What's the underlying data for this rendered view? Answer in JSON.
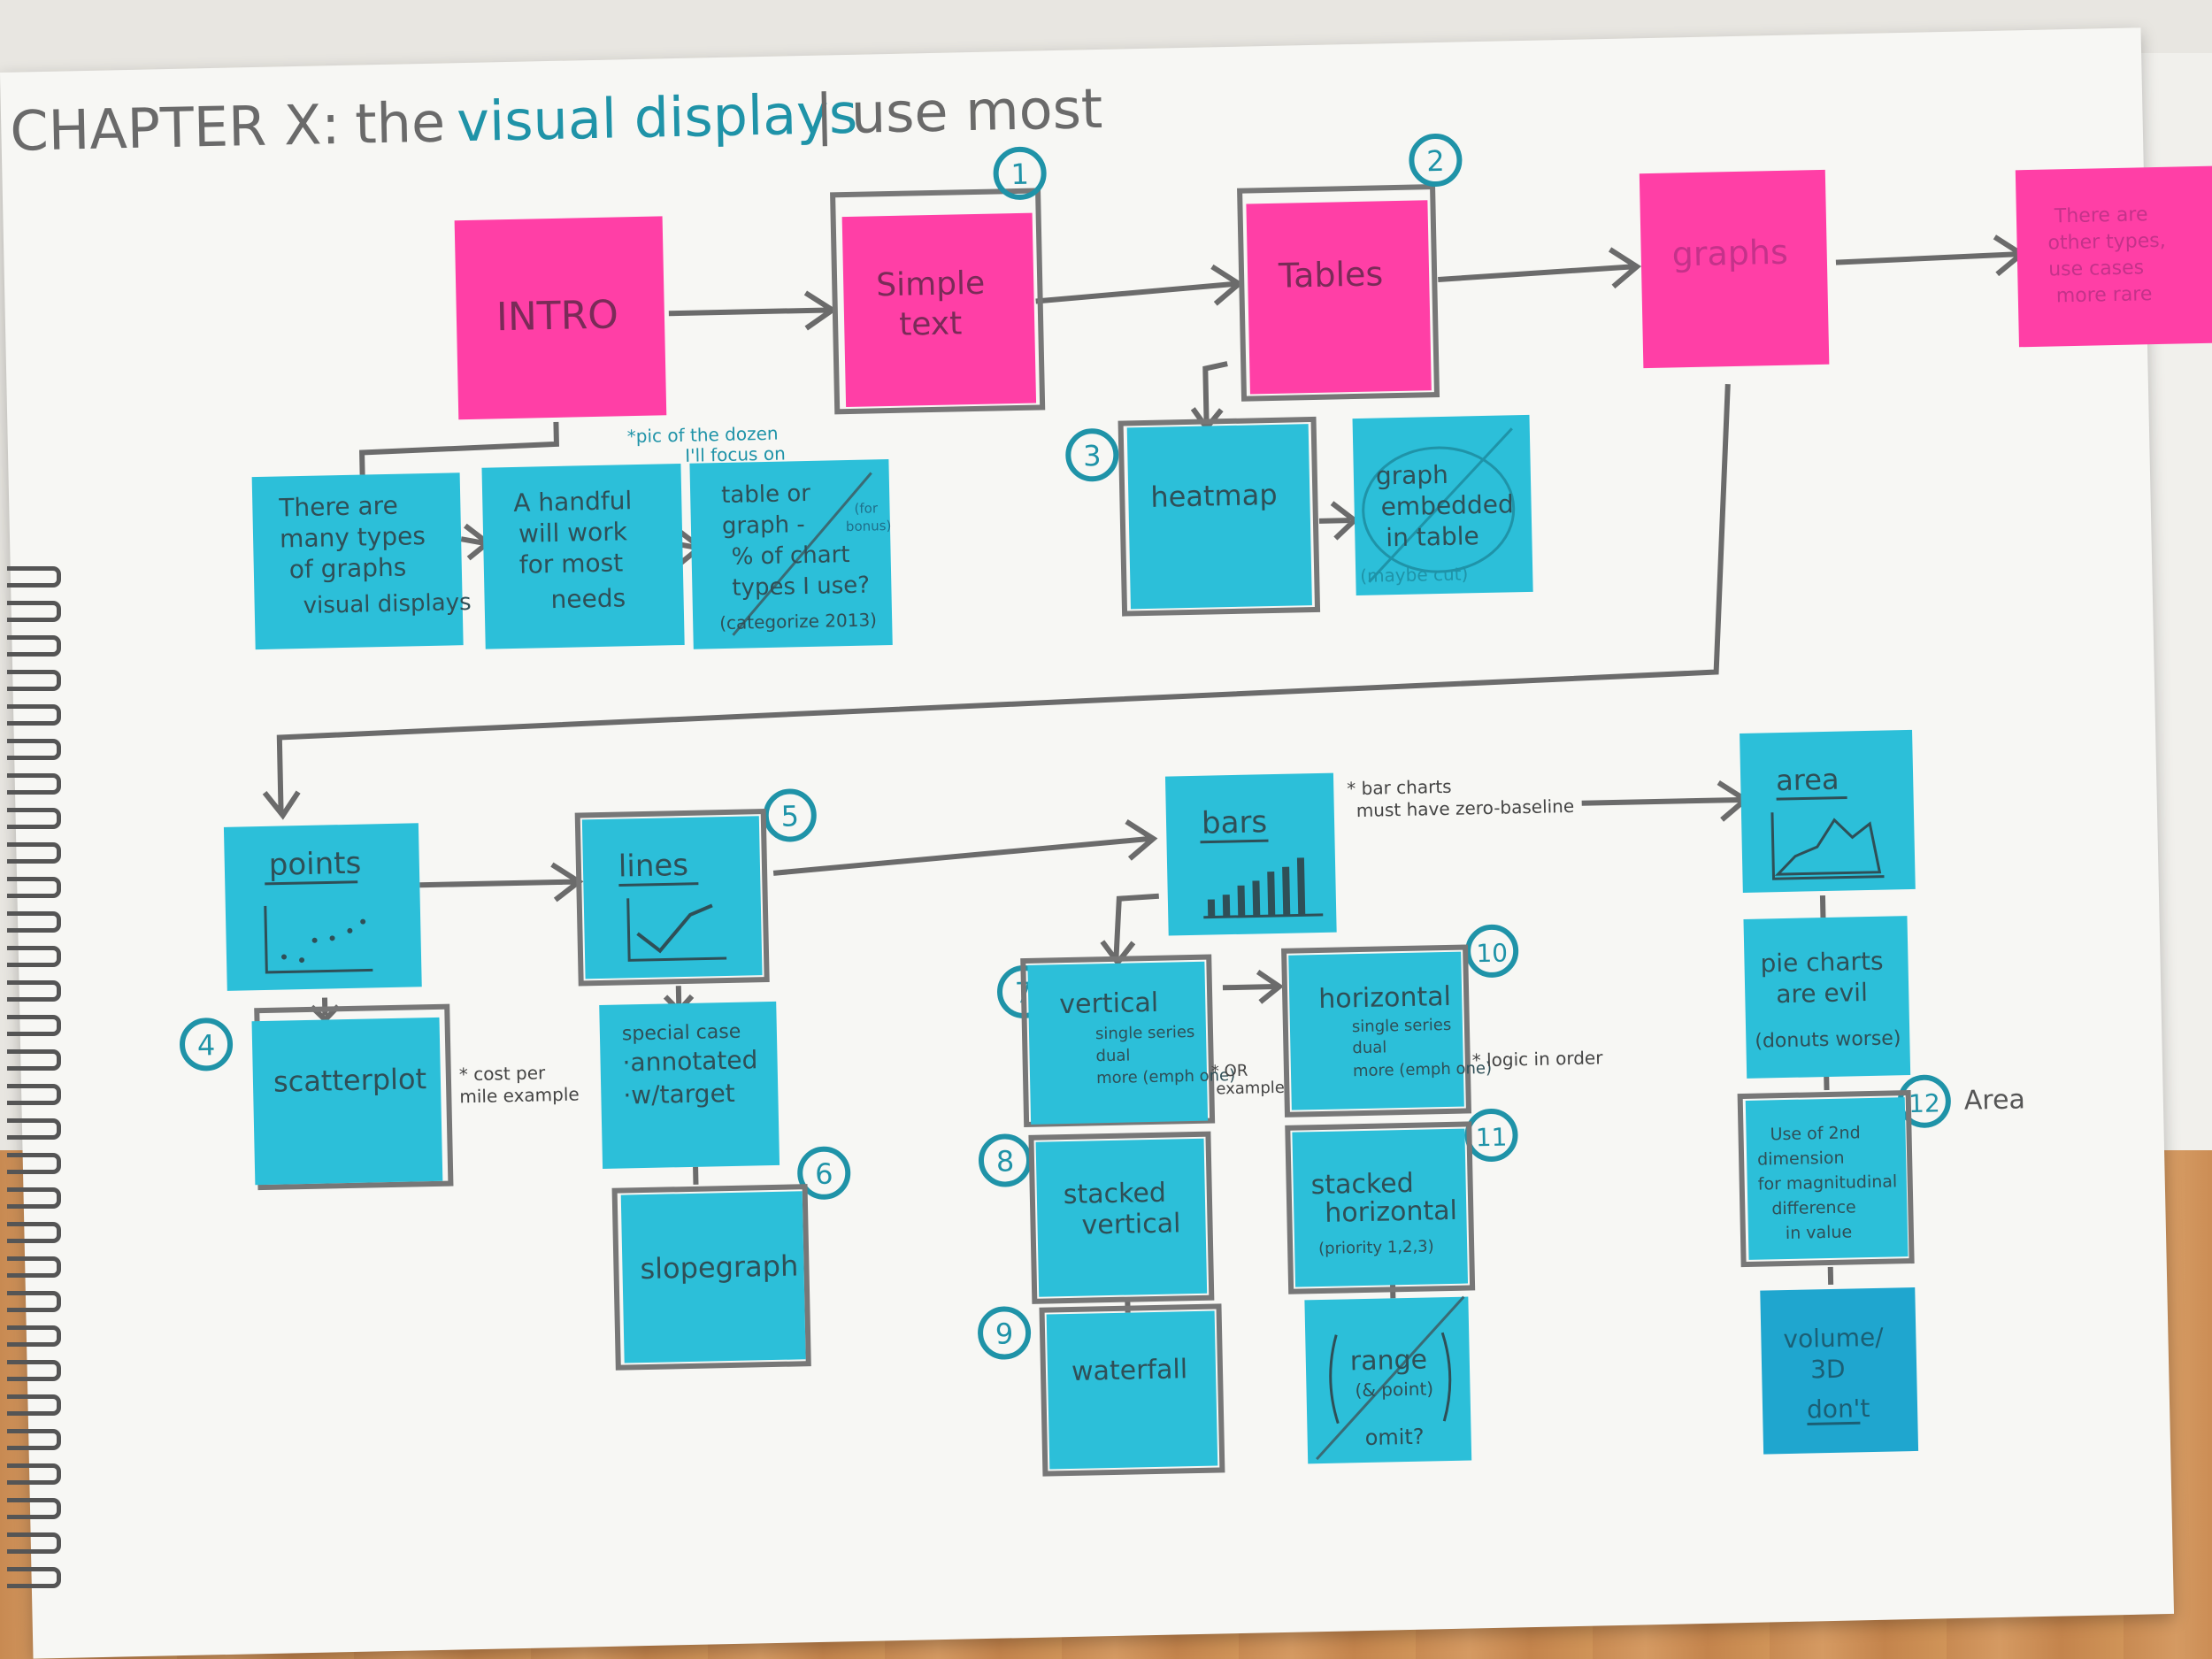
{
  "title": {
    "part1": "CHAPTER X:",
    "part2": "the",
    "part3": "visual displays",
    "part4": "| use most"
  },
  "colors": {
    "pink": "#ff3fa6",
    "blue": "#2cbfd9",
    "darkblue": "#1fa6cf",
    "ink": "#555555",
    "teal": "#1f93a8"
  },
  "top_row": {
    "intro": "INTRO",
    "simple_text": [
      "Simple",
      "text"
    ],
    "tables": "Tables",
    "graphs": "graphs",
    "other": [
      "There are",
      "other types,",
      "use cases",
      "more rare"
    ]
  },
  "intro_notes": {
    "many_types": [
      "There are",
      "many types",
      "of graphs",
      "visual displays"
    ],
    "handful": [
      "A handful",
      "will work",
      "for most",
      "needs"
    ],
    "pic_note": [
      "*pic of the dozen",
      "I'll focus on"
    ],
    "table_graph": [
      "table or",
      "graph -",
      "% of chart",
      "types I use?",
      "(categorize 2013)"
    ],
    "table_graph_aside": [
      "(for",
      "bonus)"
    ]
  },
  "table_notes": {
    "heatmap": "heatmap",
    "embedded": [
      "graph",
      "embedded",
      "in table"
    ],
    "embedded_aside": "(maybe cut)"
  },
  "numbers": [
    "1",
    "2",
    "3",
    "4",
    "5",
    "6",
    "7",
    "8",
    "9",
    "10",
    "11",
    "12"
  ],
  "points": {
    "label": "points",
    "scatterplot": "scatterplot",
    "scatter_note": [
      "* cost per",
      "mile example"
    ]
  },
  "lines": {
    "label": "lines",
    "special": [
      "special case",
      "·annotated",
      "·w/target"
    ],
    "slopegraph": "slopegraph"
  },
  "bars": {
    "label": "bars",
    "note": [
      "* bar charts",
      "must have zero-baseline"
    ],
    "vertical": [
      "vertical",
      "single series",
      "dual",
      "more (emph one)"
    ],
    "vertical_note": [
      "* OR",
      "example"
    ],
    "horizontal": [
      "horizontal",
      "single series",
      "dual",
      "more (emph one)"
    ],
    "horizontal_note": "* logic in order",
    "stacked_vertical": [
      "stacked",
      "vertical"
    ],
    "stacked_horizontal": [
      "stacked",
      "horizontal",
      "(priority 1,2,3)"
    ],
    "waterfall": "waterfall",
    "range": [
      "range",
      "(& point)",
      "omit?"
    ]
  },
  "area": {
    "label": "area",
    "pie": [
      "pie charts",
      "are evil",
      "(donuts worse)"
    ],
    "second_dim": [
      "Use of 2nd",
      "dimension",
      "for magnitudinal",
      "difference",
      "in value"
    ],
    "area_note": "Area",
    "volume": [
      "volume/",
      "3D",
      "don't"
    ]
  }
}
